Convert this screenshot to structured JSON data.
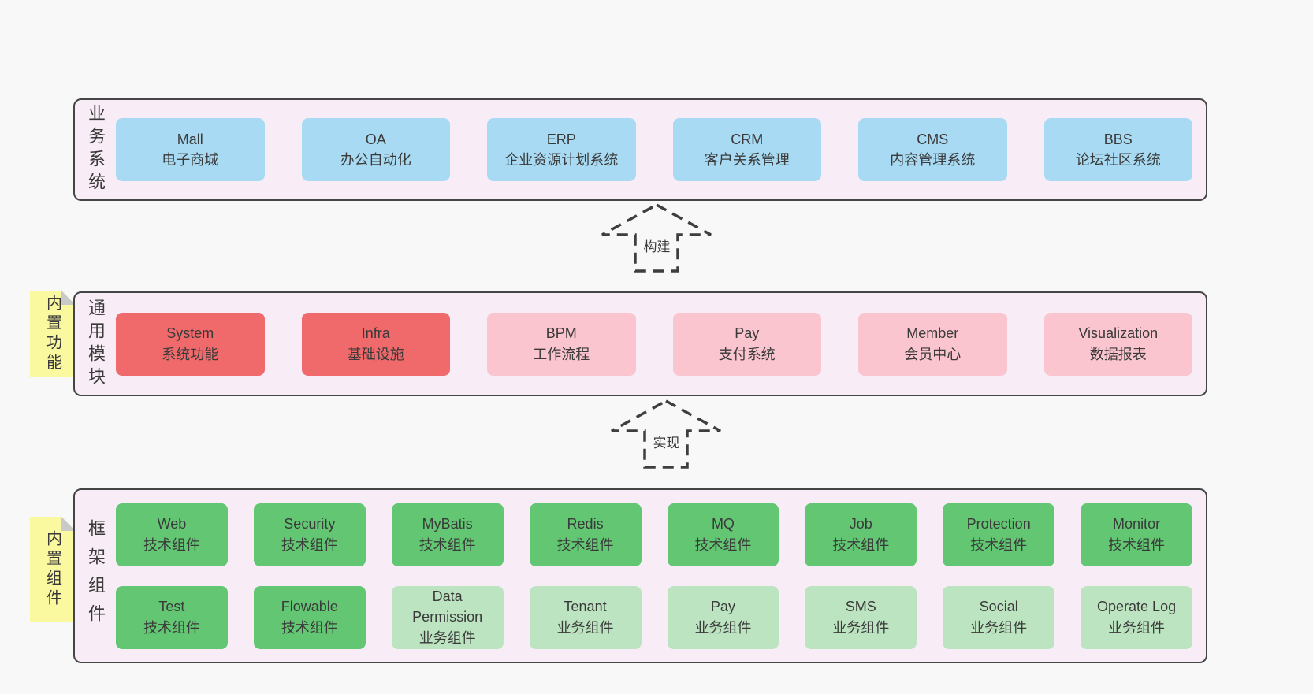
{
  "colors": {
    "page_bg": "#f8f8f8",
    "layer_bg": "#f8edf6",
    "layer_border": "#454545",
    "blue": "#a8dbf3",
    "red": "#f0696b",
    "pink": "#fac5ce",
    "green": "#62c673",
    "light_green": "#bce4c0",
    "yellow_note": "#fbf9a0",
    "fold_gray": "#c9c9c9",
    "text": "#3a3a3a"
  },
  "arrows": [
    {
      "label": "构建"
    },
    {
      "label": "实现"
    }
  ],
  "layers": {
    "business": {
      "label": "业务系统",
      "boxes": [
        {
          "name": "Mall",
          "desc": "电子商城",
          "color": "blue"
        },
        {
          "name": "OA",
          "desc": "办公自动化",
          "color": "blue"
        },
        {
          "name": "ERP",
          "desc": "企业资源计划系统",
          "color": "blue"
        },
        {
          "name": "CRM",
          "desc": "客户关系管理",
          "color": "blue"
        },
        {
          "name": "CMS",
          "desc": "内容管理系统",
          "color": "blue"
        },
        {
          "name": "BBS",
          "desc": "论坛社区系统",
          "color": "blue"
        }
      ]
    },
    "modules": {
      "label": "通用模块",
      "note": "内置功能",
      "boxes": [
        {
          "name": "System",
          "desc": "系统功能",
          "color": "red"
        },
        {
          "name": "Infra",
          "desc": "基础设施",
          "color": "red"
        },
        {
          "name": "BPM",
          "desc": "工作流程",
          "color": "pink"
        },
        {
          "name": "Pay",
          "desc": "支付系统",
          "color": "pink"
        },
        {
          "name": "Member",
          "desc": "会员中心",
          "color": "pink"
        },
        {
          "name": "Visualization",
          "desc": "数据报表",
          "color": "pink"
        }
      ]
    },
    "framework": {
      "label": "框架组件",
      "note": "内置组件",
      "row1": [
        {
          "name": "Web",
          "desc": "技术组件",
          "color": "green"
        },
        {
          "name": "Security",
          "desc": "技术组件",
          "color": "green"
        },
        {
          "name": "MyBatis",
          "desc": "技术组件",
          "color": "green"
        },
        {
          "name": "Redis",
          "desc": "技术组件",
          "color": "green"
        },
        {
          "name": "MQ",
          "desc": "技术组件",
          "color": "green"
        },
        {
          "name": "Job",
          "desc": "技术组件",
          "color": "green"
        },
        {
          "name": "Protection",
          "desc": "技术组件",
          "color": "green"
        },
        {
          "name": "Monitor",
          "desc": "技术组件",
          "color": "green"
        }
      ],
      "row2": [
        {
          "name": "Test",
          "desc": "技术组件",
          "color": "green"
        },
        {
          "name": "Flowable",
          "desc": "技术组件",
          "color": "green"
        },
        {
          "name": "Data Permission",
          "desc": "业务组件",
          "color": "light_green"
        },
        {
          "name": "Tenant",
          "desc": "业务组件",
          "color": "light_green"
        },
        {
          "name": "Pay",
          "desc": "业务组件",
          "color": "light_green"
        },
        {
          "name": "SMS",
          "desc": "业务组件",
          "color": "light_green"
        },
        {
          "name": "Social",
          "desc": "业务组件",
          "color": "light_green"
        },
        {
          "name": "Operate Log",
          "desc": "业务组件",
          "color": "light_green"
        }
      ]
    }
  }
}
